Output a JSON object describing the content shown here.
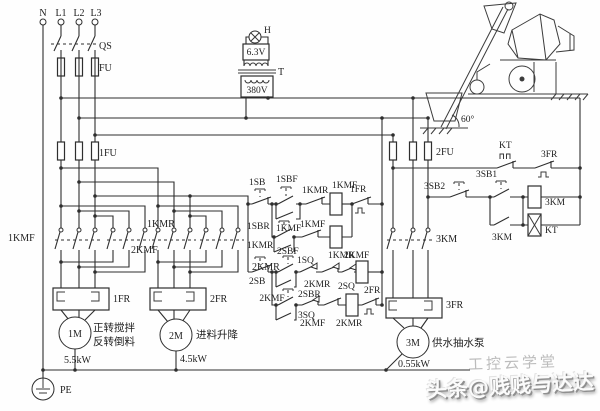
{
  "terminals": {
    "n": "N",
    "l1": "L1",
    "l2": "L2",
    "l3": "L3"
  },
  "c": {
    "QS": "QS",
    "FU": "FU",
    "FU1": "1FU",
    "FU2": "2FU",
    "T": "T",
    "V380": "380V",
    "V63": "6.3V",
    "H": "H",
    "KMF1": "1KMF",
    "KMR1": "1KMR",
    "KMF2": "2KMF",
    "KMR2": "2KMR",
    "KM3": "3KM",
    "KT": "KT",
    "FR1": "1FR",
    "FR2": "2FR",
    "FR3": "3FR",
    "SB1": "1SB",
    "SBF1": "1SBF",
    "SBR1": "1SBR",
    "SB2": "2SB",
    "SBF2": "2SBF",
    "SBR2": "2SBR",
    "SQ1": "1SQ",
    "SQ2": "2SQ",
    "SQ3": "3SQ",
    "SB31": "3SB1",
    "SB32": "3SB2"
  },
  "motors": [
    {
      "id": "1M",
      "desc1": "正转搅拌",
      "desc2": "反转倒料",
      "kw": "5.5kW"
    },
    {
      "id": "2M",
      "desc": "进料升降",
      "kw": "4.5kW"
    },
    {
      "id": "3M",
      "desc": "供水抽水泵",
      "kw": "0.55kW"
    }
  ],
  "ground": {
    "label": "PE"
  },
  "sketch": {
    "angle": "60°"
  },
  "watermark": {
    "back": "工控云学堂",
    "front": "头条@贱贱与达达"
  }
}
